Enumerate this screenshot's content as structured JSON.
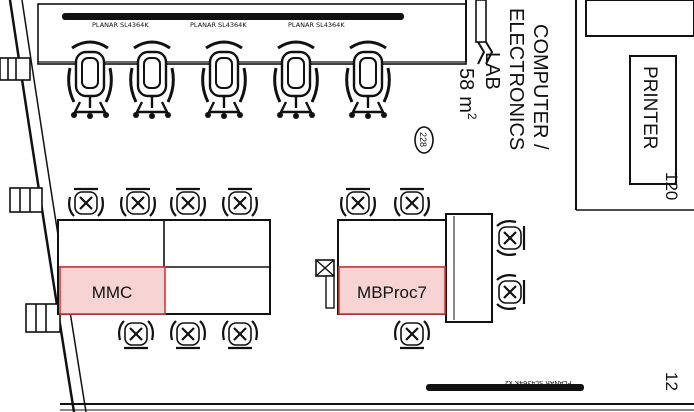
{
  "room": {
    "name_lines": [
      "COMPUTER /",
      "ELECTRONICS",
      "LAB"
    ],
    "area_value": "58",
    "area_unit": "m",
    "area_exp": "2",
    "room_number": "228"
  },
  "printer": {
    "label": "PRINTER"
  },
  "edge_numbers": [
    "120",
    "12"
  ],
  "monitor_labels": [
    "PLANAR SL4364K",
    "PLANAR SL4364K",
    "PLANAR SL4364K"
  ],
  "monitor_label_bottom": "PLANAR SL4364K x2",
  "desks": {
    "mmc": {
      "label": "MMC",
      "highlight": "#f6d4d4",
      "border": "#d63a3a"
    },
    "mbproc": {
      "label": "MBProc7",
      "highlight": "#f6d4d4",
      "border": "#d63a3a"
    }
  },
  "colors": {
    "ink": "#111111",
    "highlight_fill": "#f6d4d4",
    "highlight_border": "#d63a3a"
  }
}
